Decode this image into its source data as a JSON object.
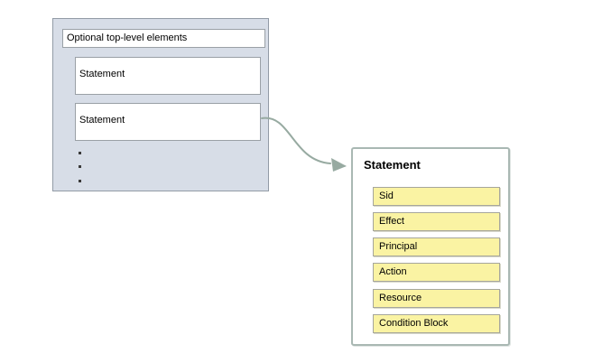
{
  "diagram": {
    "policy_container": {
      "top_level_label": "Optional top-level elements",
      "statements": [
        "Statement",
        "Statement"
      ],
      "ellipsis": "...",
      "ellipsis_dot_count": 3
    },
    "statement_detail": {
      "title": "Statement",
      "elements": [
        "Sid",
        "Effect",
        "Principal",
        "Action",
        "Resource",
        "Condition Block"
      ]
    },
    "colors": {
      "container_fill": "#d7dde7",
      "container_border": "#929ba6",
      "white_box_border": "#9aa0a6",
      "detail_box_border": "#a9b8b3",
      "element_fill": "#faf3a3",
      "element_border": "#a6a69c",
      "arrow_stroke": "#97aaa1",
      "text": "#000000",
      "background": "#ffffff"
    }
  }
}
